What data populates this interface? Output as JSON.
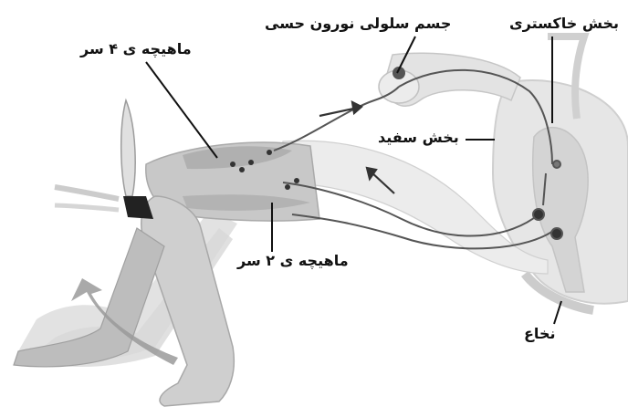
{
  "labels": {
    "sensory_neuron_cell_body": "جسم سلولی نورون حسی",
    "gray_matter": "بخش خاکستری",
    "quadriceps": "ماهیچه ی ۴ سر",
    "white_matter": "بخش سفید",
    "biceps": "ماهیچه ی ۲ سر",
    "spinal_cord": "نخاع"
  },
  "colors": {
    "skin": "#c9c9c9",
    "muscle": "#b5b5b5",
    "nerve": "#555555",
    "pointer": "#111111",
    "arrow": "#9a9a9a",
    "cord_gray": "#d9d9d9"
  }
}
